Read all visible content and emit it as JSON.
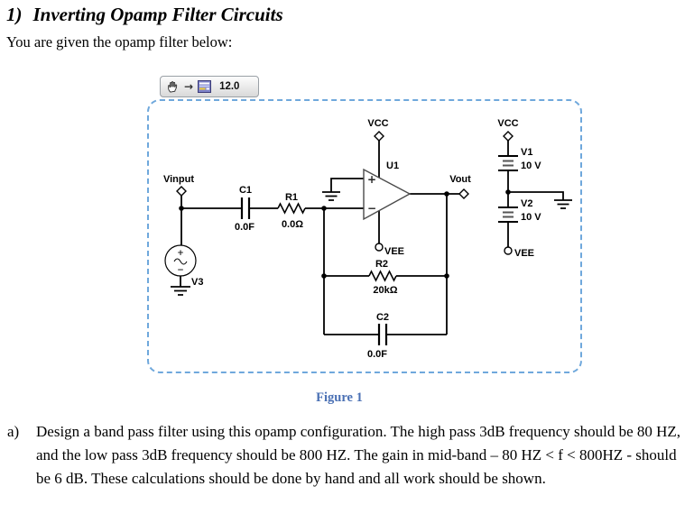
{
  "header": {
    "number": "1)",
    "title": "Inverting Opamp Filter Circuits",
    "intro": "You are given the opamp filter below:"
  },
  "toolbar": {
    "zoom_value": "12.0",
    "arrow_glyph": "→"
  },
  "figure": {
    "caption": "Figure 1"
  },
  "question_a": {
    "marker": "a)",
    "text": "Design a band pass filter using this opamp configuration. The high pass 3dB frequency should be 80 HZ, and the low pass 3dB frequency should be 800 HZ. The gain in mid-band – 80 HZ < f < 800HZ - should be 6 dB. These calculations should be done by hand and all work should be shown."
  },
  "circuit": {
    "components": {
      "vinput": "Vinput",
      "vout": "Vout",
      "c1": {
        "name": "C1",
        "value": "0.0F"
      },
      "r1": {
        "name": "R1",
        "value": "0.0Ω"
      },
      "u1": {
        "name": "U1",
        "plus": "+",
        "minus": "−"
      },
      "r2": {
        "name": "R2",
        "value": "20kΩ"
      },
      "c2": {
        "name": "C2",
        "value": "0.0F"
      },
      "v1": {
        "name": "V1",
        "value": "10 V"
      },
      "v2": {
        "name": "V2",
        "value": "10 V"
      },
      "v3": {
        "name": "V3",
        "plus": "+",
        "minus": "−"
      },
      "vcc_opamp": "VCC",
      "vee_opamp": "VEE",
      "vcc_supply": "VCC",
      "vee_supply": "VEE"
    },
    "colors": {
      "dashed_border": "#6fa8dc",
      "wire": "#000000",
      "figure_caption": "#4a70b4"
    }
  }
}
